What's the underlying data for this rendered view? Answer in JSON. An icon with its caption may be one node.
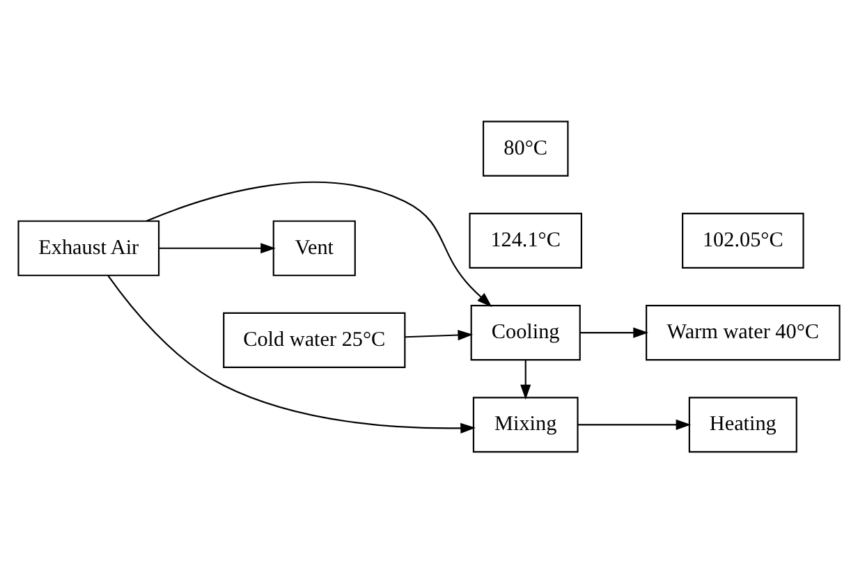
{
  "diagram": {
    "nodes": [
      {
        "text": [
          "Heating"
        ]
      },
      {
        "text": [
          "Vent"
        ]
      },
      {
        "text": [
          "124.1°C"
        ]
      },
      {
        "text": [
          "102.05°C"
        ]
      },
      {
        "text": [
          "Exhaust Air"
        ]
      },
      {
        "text": [
          "Mixing"
        ]
      },
      {
        "text": [
          "80°C"
        ]
      },
      {
        "text": [
          "Cooling"
        ]
      },
      {
        "text": [
          "Cold water 25°C"
        ]
      },
      {
        "text": [
          "Warm water 40°C"
        ]
      }
    ],
    "edges": [
      {
        "from": 4,
        "to": 1,
        "arrow": "to"
      },
      {
        "from": 4,
        "to": 5,
        "arrow": "to"
      },
      {
        "from": 4,
        "to": 7,
        "arrow": "to"
      },
      {
        "from": 5,
        "to": 0,
        "arrow": "to"
      },
      {
        "from": 7,
        "to": 5,
        "arrow": "to"
      },
      {
        "from": 8,
        "to": 7,
        "arrow": "to"
      },
      {
        "from": 7,
        "to": 9,
        "arrow": "to"
      }
    ]
  }
}
